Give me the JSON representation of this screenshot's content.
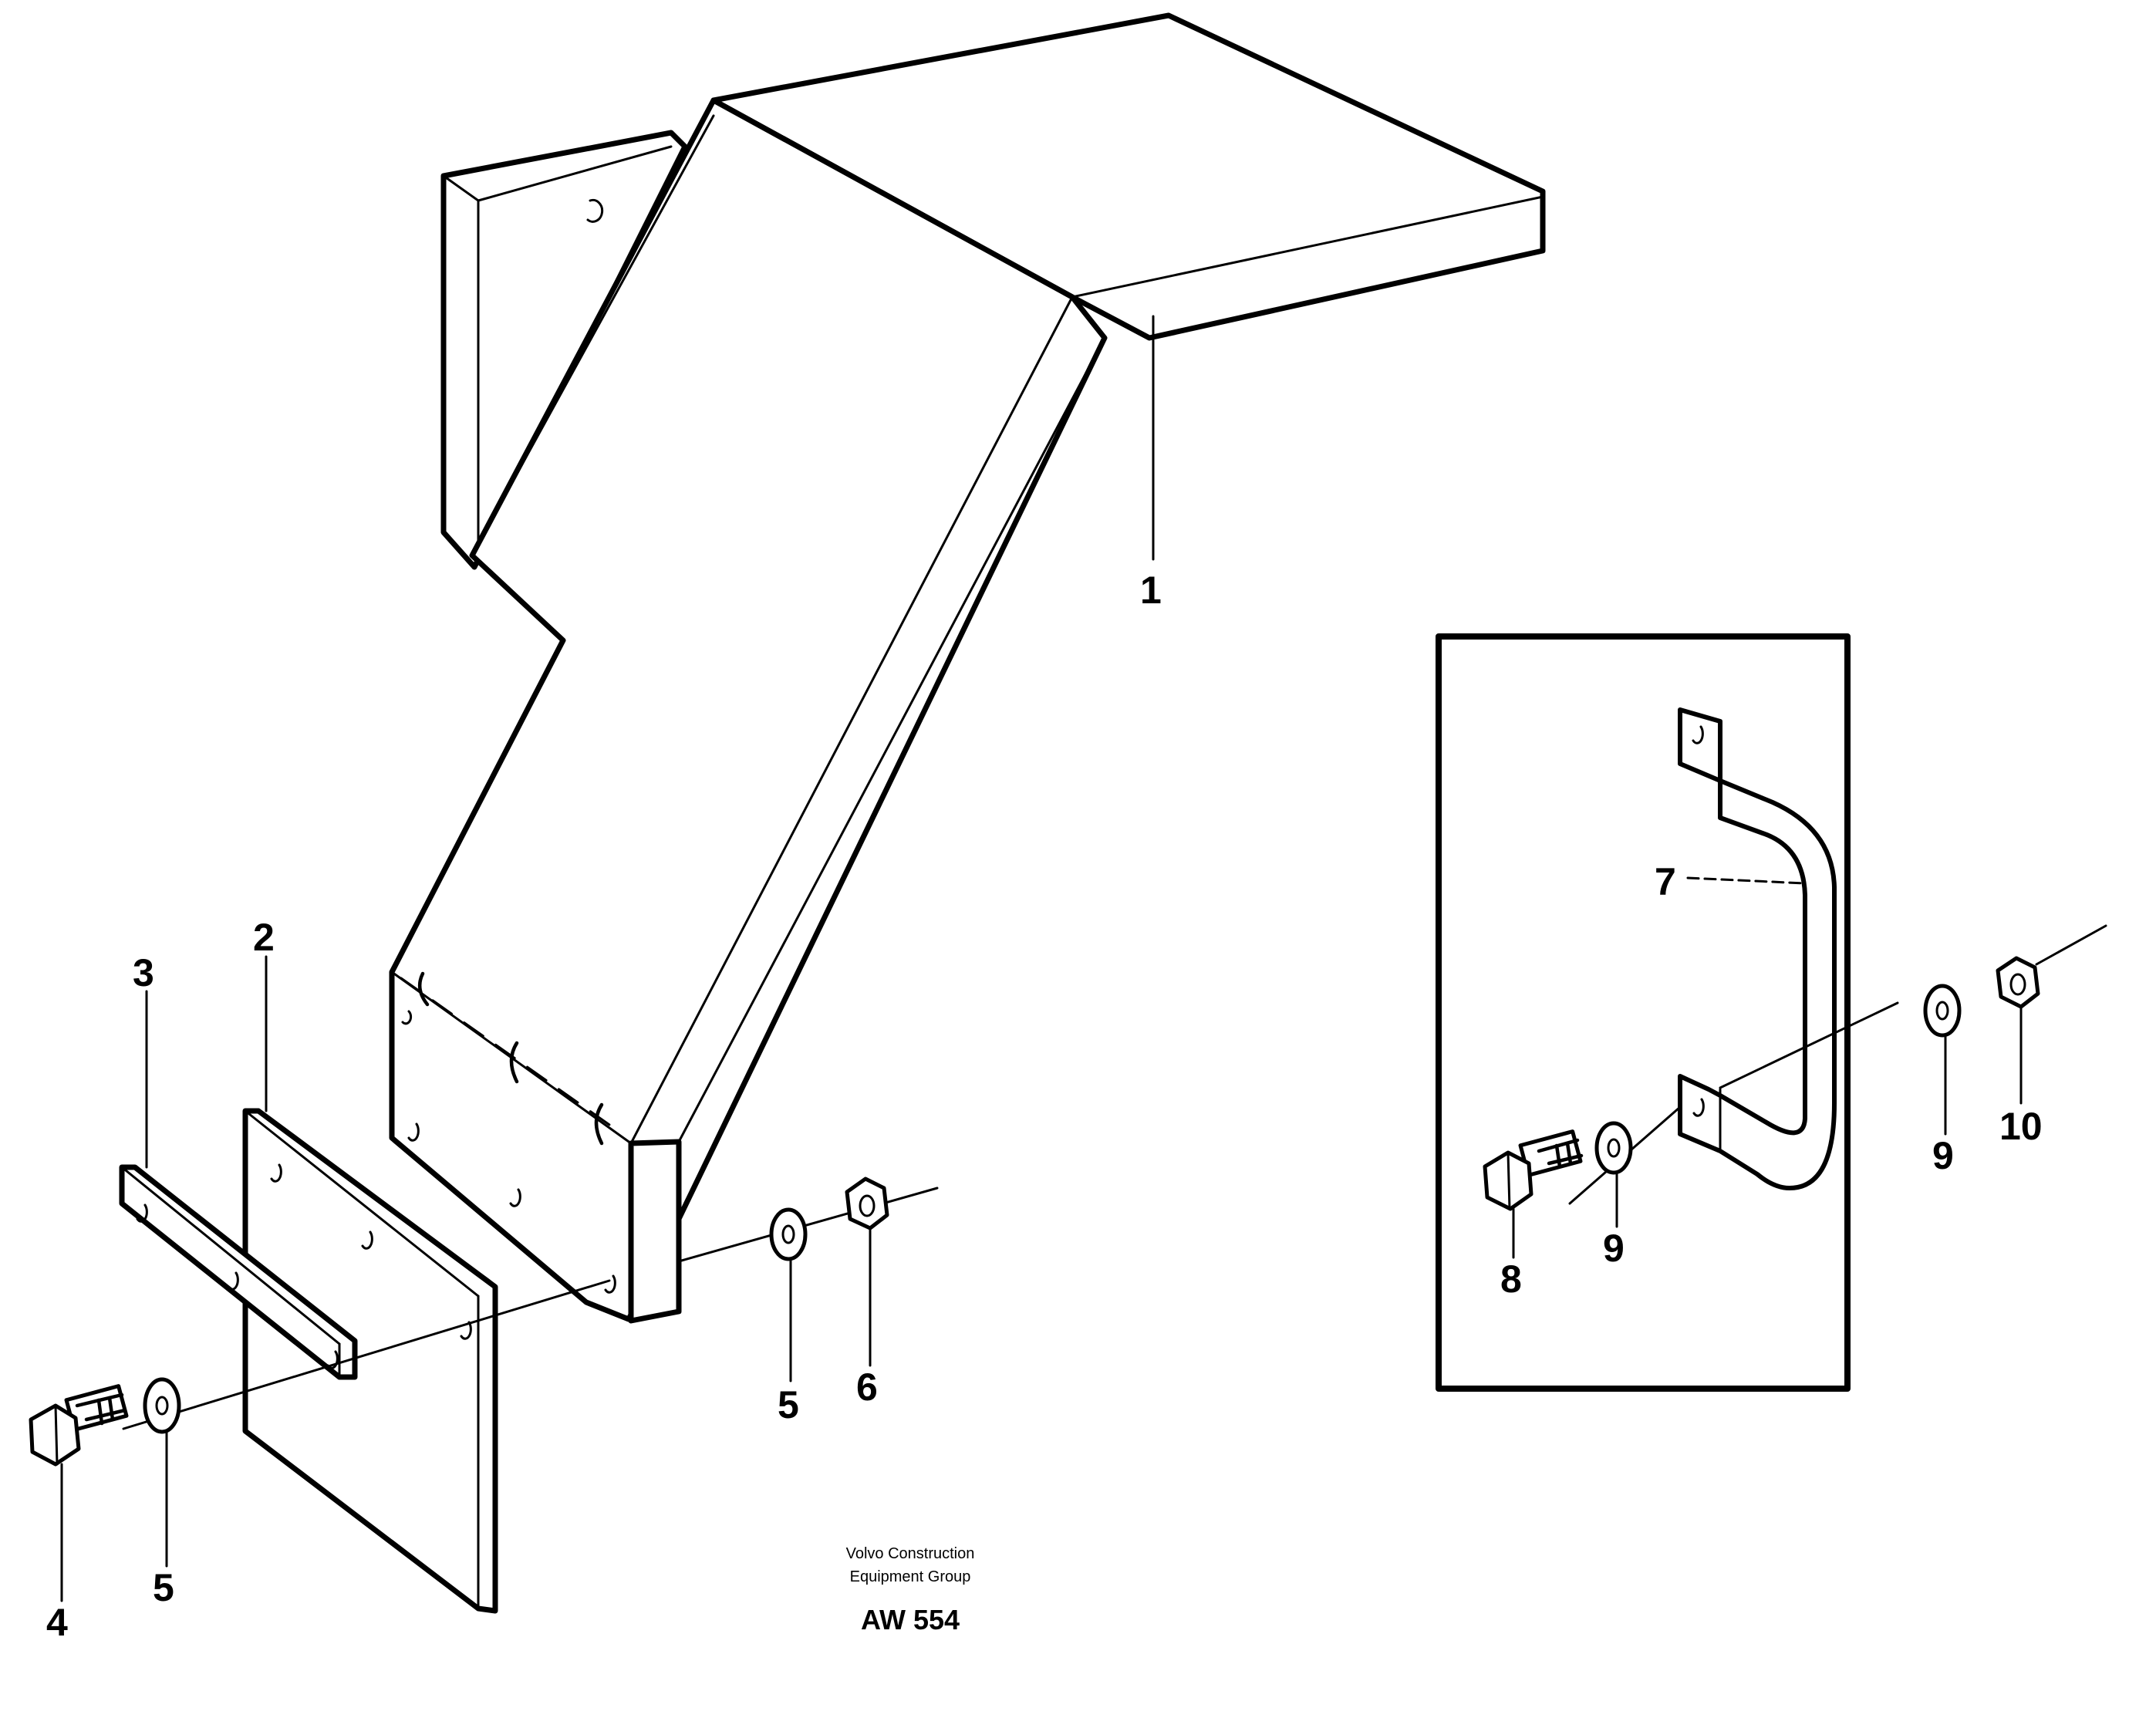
{
  "figure": {
    "callouts": {
      "c1": "1",
      "c2": "2",
      "c3": "3",
      "c4": "4",
      "c5a": "5",
      "c5b": "5",
      "c6": "6",
      "c7": "7",
      "c8": "8",
      "c9a": "9",
      "c9b": "9",
      "c10": "10"
    },
    "credit_line1": "Volvo Construction",
    "credit_line2": "Equipment Group",
    "drawing_code": "AW 554"
  }
}
